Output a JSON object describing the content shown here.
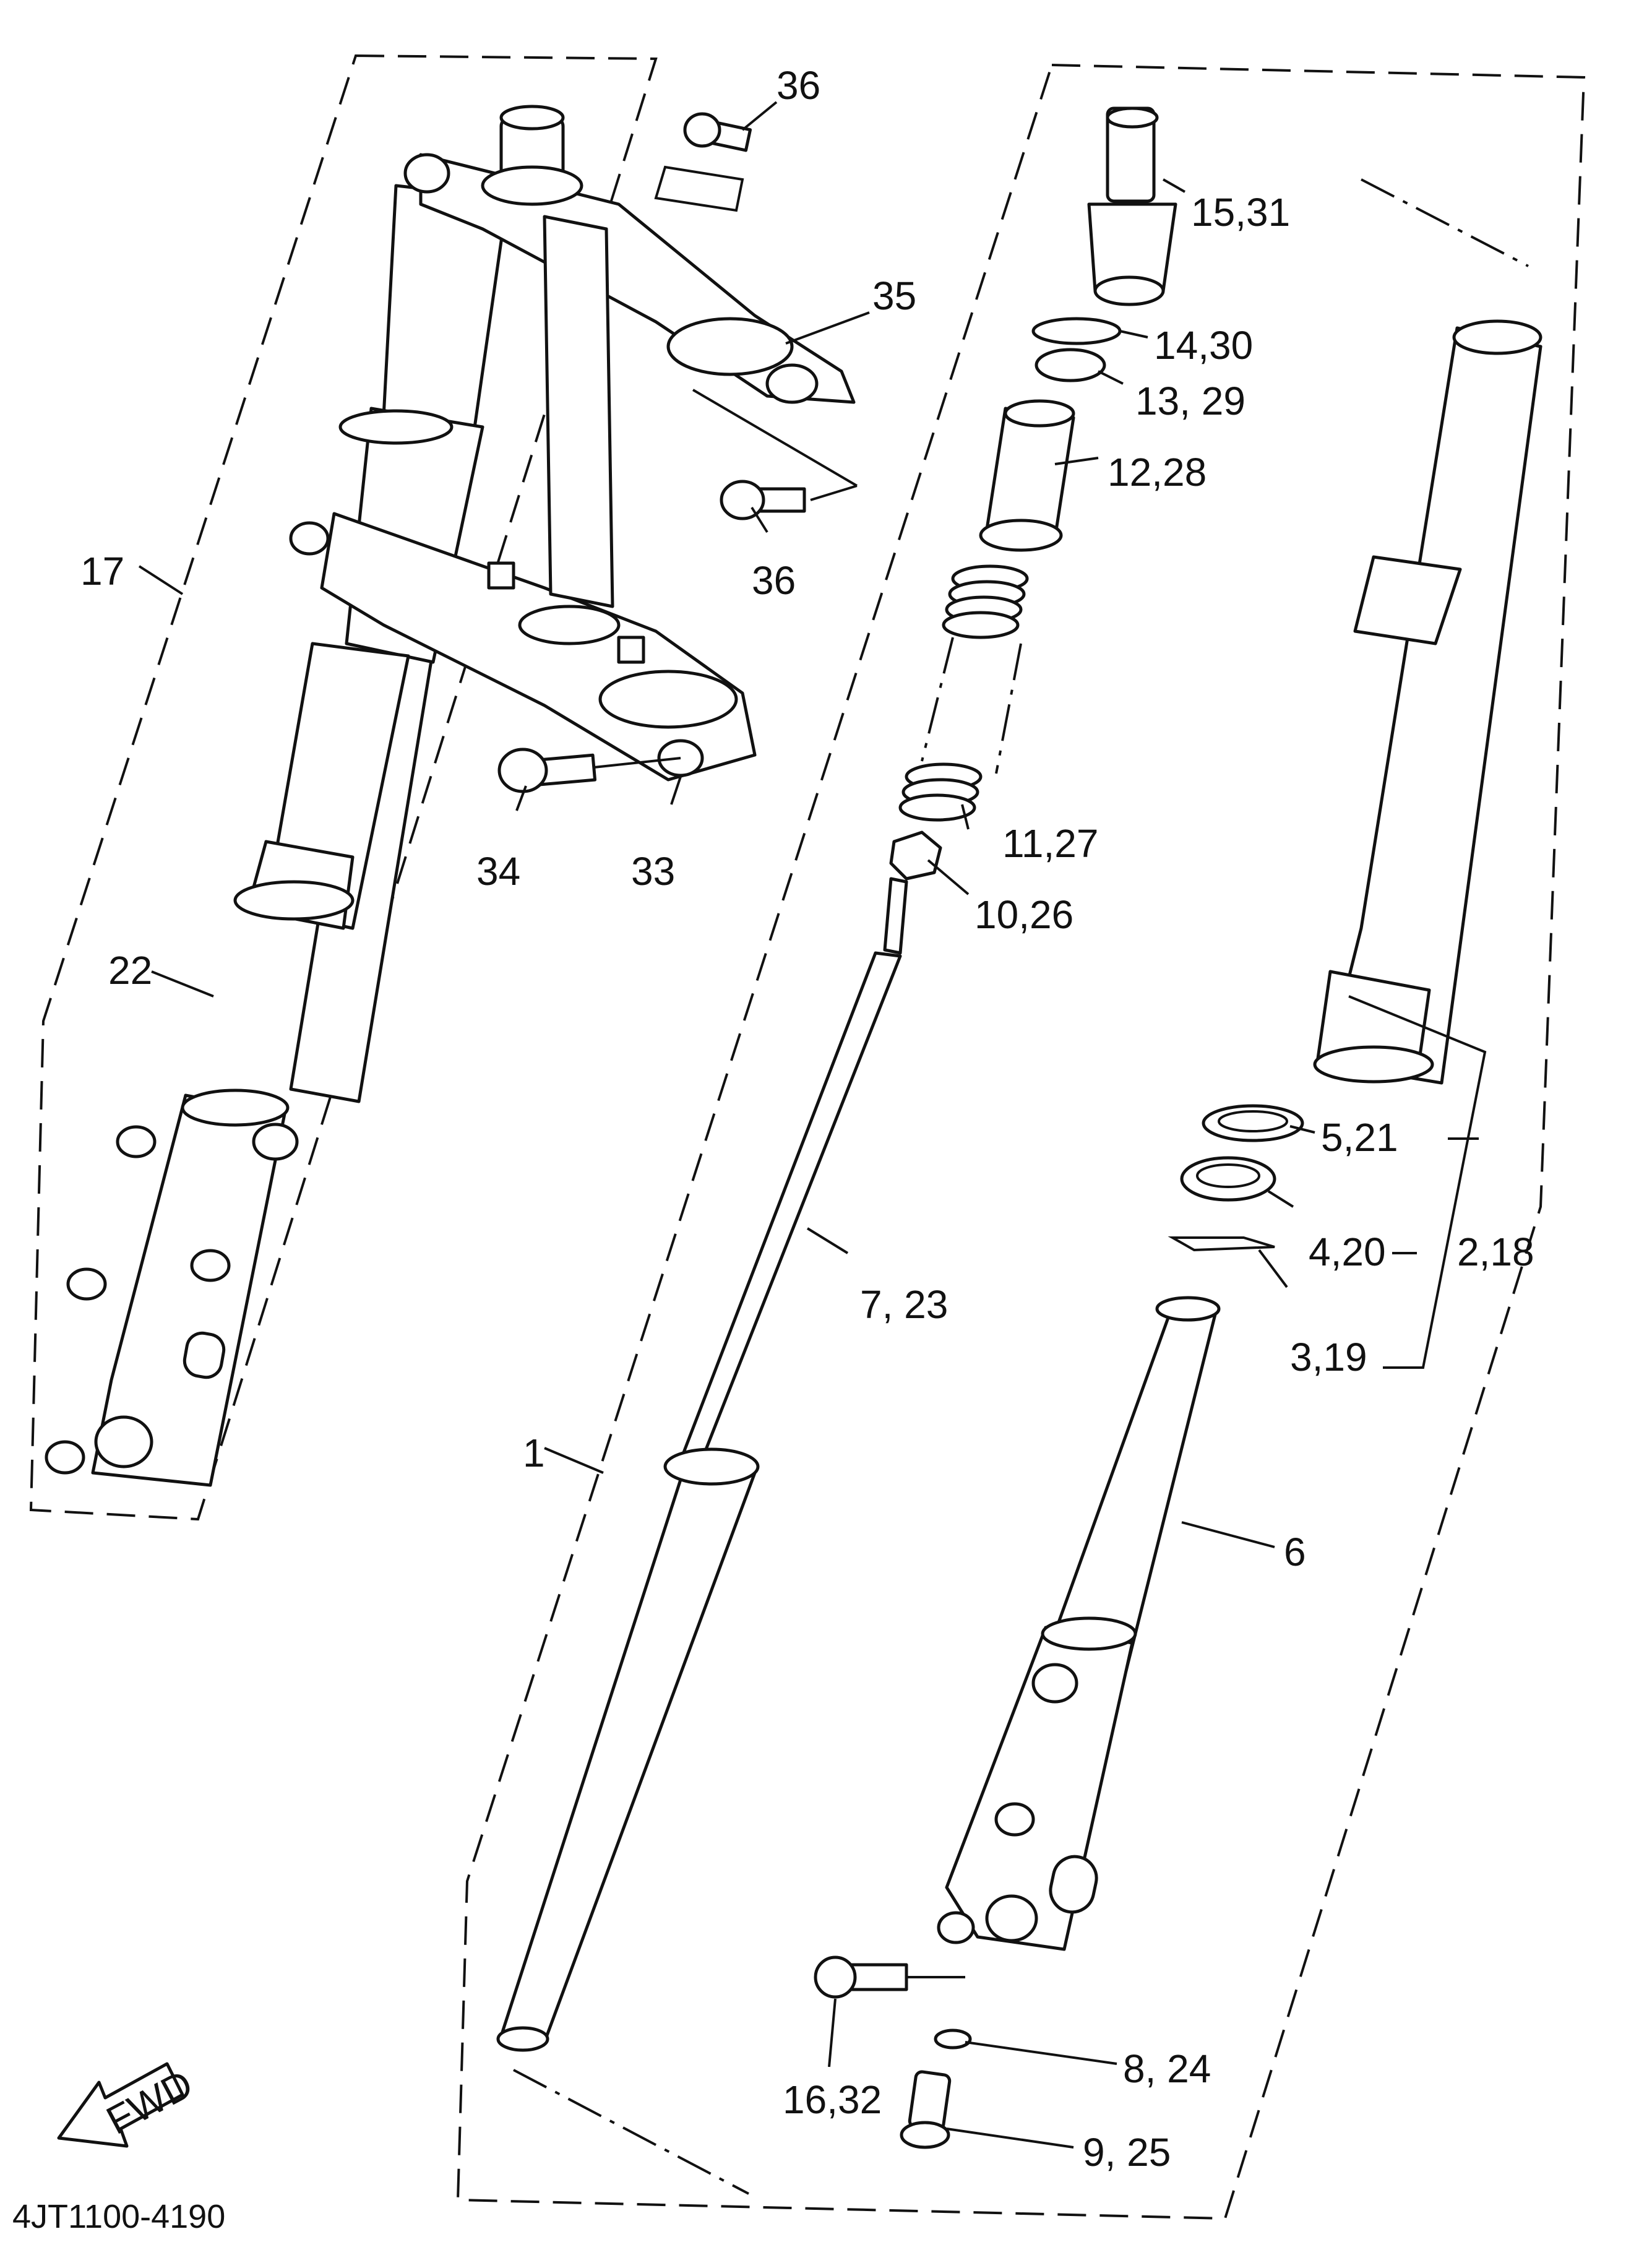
{
  "diagram": {
    "drawing_code": "4JT1100-4190",
    "fwd_label": "FWD",
    "callouts": {
      "c1": "1",
      "c6": "6",
      "c17": "17",
      "c22": "22",
      "c33": "33",
      "c34": "34",
      "c35": "35",
      "c36a": "36",
      "c36b": "36",
      "c3_19": "3,19",
      "c4_20": "4,20",
      "c5_21": "5,21",
      "c2_18": "2,18",
      "c7_23": "7, 23",
      "c8_24": "8, 24",
      "c9_25": "9, 25",
      "c10_26": "10,26",
      "c11_27": "11,27",
      "c12_28": "12,28",
      "c13_29": "13, 29",
      "c14_30": "14,30",
      "c15_31": "15,31",
      "c16_32": "16,32"
    }
  }
}
